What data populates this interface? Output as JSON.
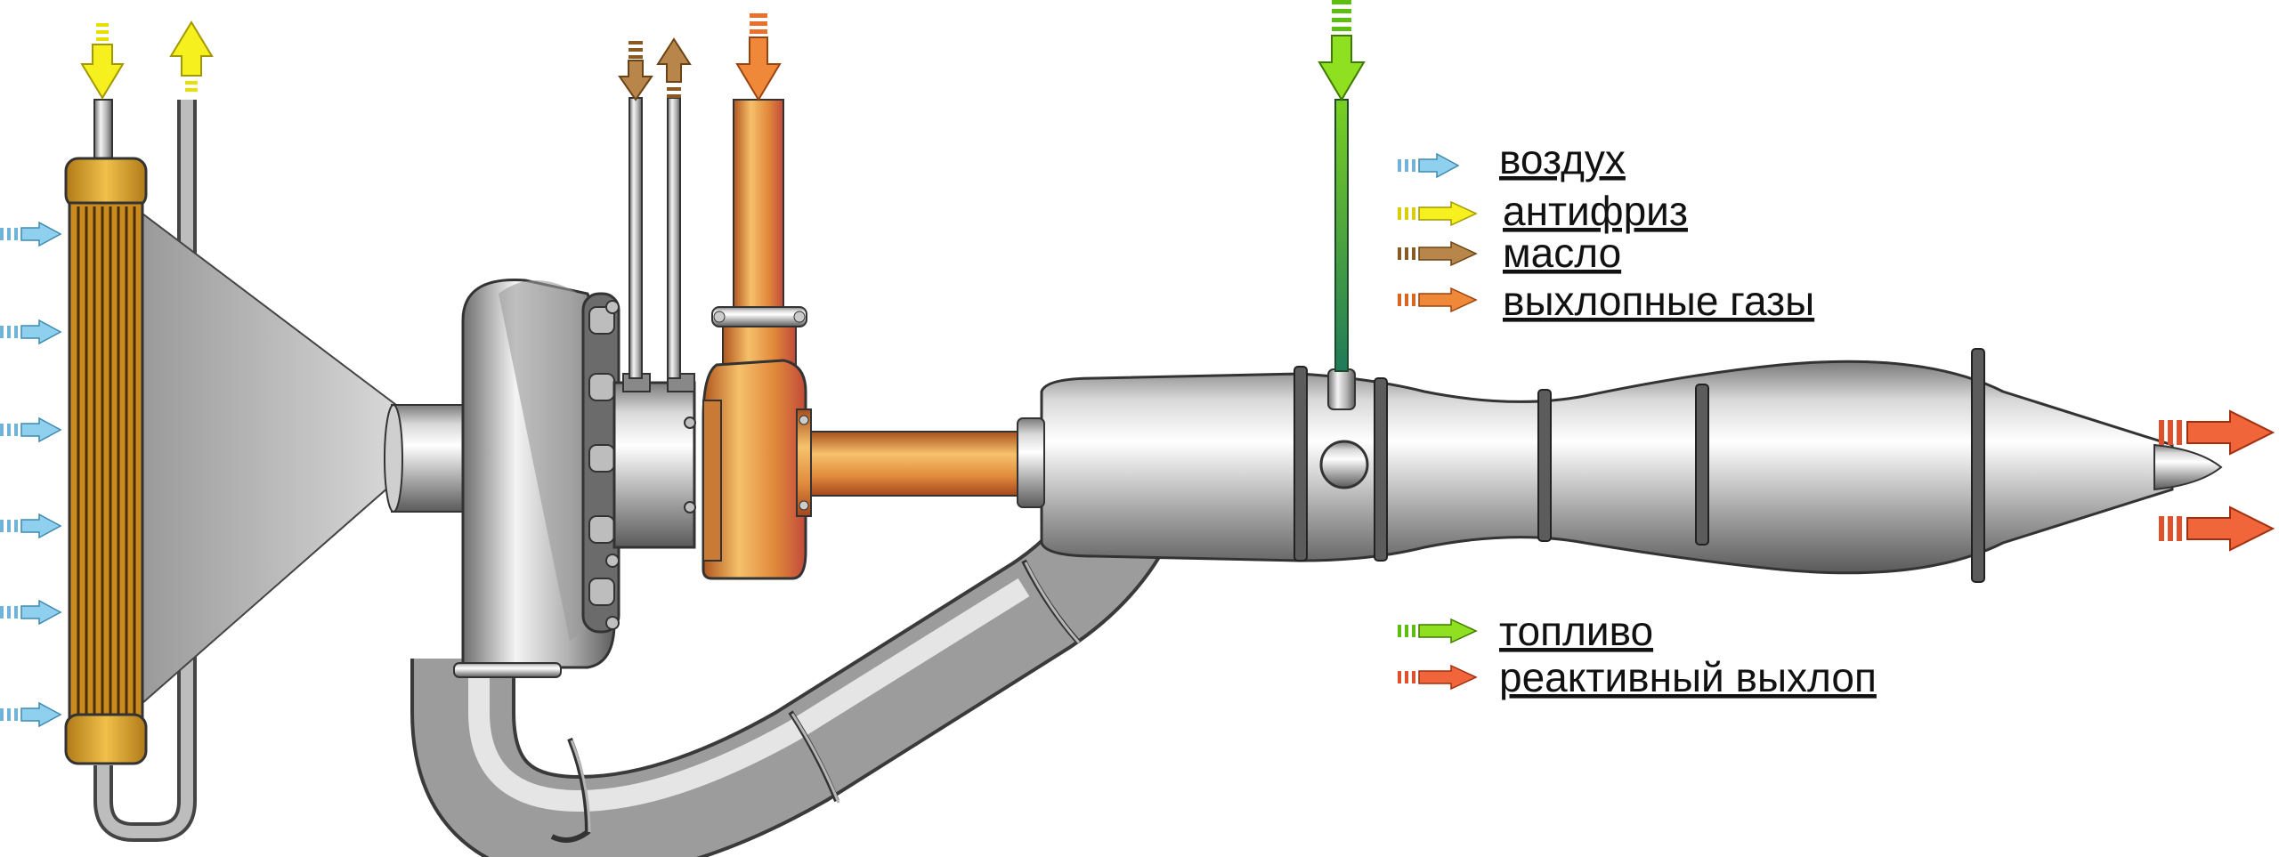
{
  "legend": {
    "items": [
      {
        "key": "air",
        "label": "воздух",
        "color": "#8fd0ee"
      },
      {
        "key": "antifreeze",
        "label": "антифриз",
        "color": "#f5f01e"
      },
      {
        "key": "oil",
        "label": "масло",
        "color": "#b8864a"
      },
      {
        "key": "exhaust",
        "label": "выхлопные газы",
        "color": "#f0883a"
      },
      {
        "key": "fuel",
        "label": "топливо",
        "color": "#8ee020"
      },
      {
        "key": "jet_exhaust",
        "label": "реактивный выхлоп",
        "color": "#f0653a"
      }
    ]
  },
  "colors": {
    "metal_light": "#f2f2f2",
    "metal_mid": "#b8b8b8",
    "metal_dark": "#6e6e6e",
    "copper_light": "#f3b45a",
    "copper_dark": "#a8501c",
    "radiator_gold": "#e0a630",
    "outline": "#2a2a2a"
  }
}
